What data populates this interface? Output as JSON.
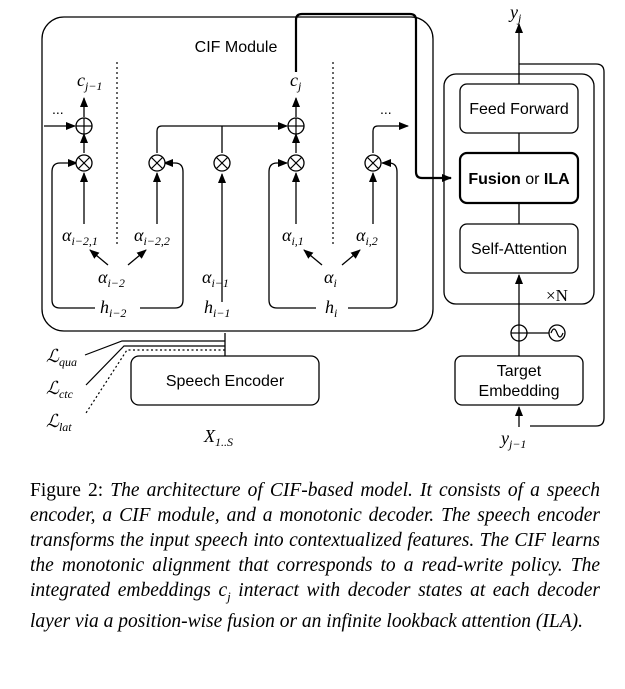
{
  "figure": {
    "module_title": "CIF Module",
    "decoder_blocks": {
      "feed_forward": "Feed Forward",
      "fusion_bold_1": "Fusion",
      "fusion_or": " or ",
      "fusion_bold_2": "ILA",
      "self_attention": "Self-Attention",
      "target_embedding_line1": "Target",
      "target_embedding_line2": "Embedding",
      "repeat": "×N"
    },
    "speech_encoder": "Speech Encoder",
    "math": {
      "c_prev": "c",
      "c_prev_sub": "j−1",
      "c_cur": "c",
      "c_cur_sub": "j",
      "y_out": "y",
      "y_out_sub": "j",
      "y_in": "y",
      "y_in_sub": "j−1",
      "alpha_i2_1": "α",
      "alpha_i2_1_sub": "i−2,1",
      "alpha_i2_2": "α",
      "alpha_i2_2_sub": "i−2,2",
      "alpha_i2": "α",
      "alpha_i2_sub": "i−2",
      "alpha_i1": "α",
      "alpha_i1_sub": "i−1",
      "alpha_i_1": "α",
      "alpha_i_1_sub": "i,1",
      "alpha_i_2": "α",
      "alpha_i_2_sub": "i,2",
      "alpha_i": "α",
      "alpha_i_sub": "i",
      "h_i2": "h",
      "h_i2_sub": "i−2",
      "h_i1": "h",
      "h_i1_sub": "i−1",
      "h_i": "h",
      "h_i_sub": "i",
      "x_input": "X",
      "x_input_sub": "1..S",
      "l_qua": "ℒ",
      "l_qua_sub": "qua",
      "l_ctc": "ℒ",
      "l_ctc_sub": "ctc",
      "l_lat": "ℒ",
      "l_lat_sub": "lat",
      "ellipsis": "..."
    }
  },
  "caption": {
    "lead": "Figure 2: ",
    "text_1": "The architecture of CIF-based model. It consists of a speech encoder, a CIF module, and a monotonic decoder. The speech encoder transforms the input speech into contextualized features. The CIF learns the monotonic alignment that corresponds to a read-write policy. The integrated embeddings ",
    "cj": "c",
    "cj_sub": "j",
    "text_2": " interact with decoder states at each decoder layer via a position-wise fusion or an infinite lookback attention (ILA)."
  }
}
